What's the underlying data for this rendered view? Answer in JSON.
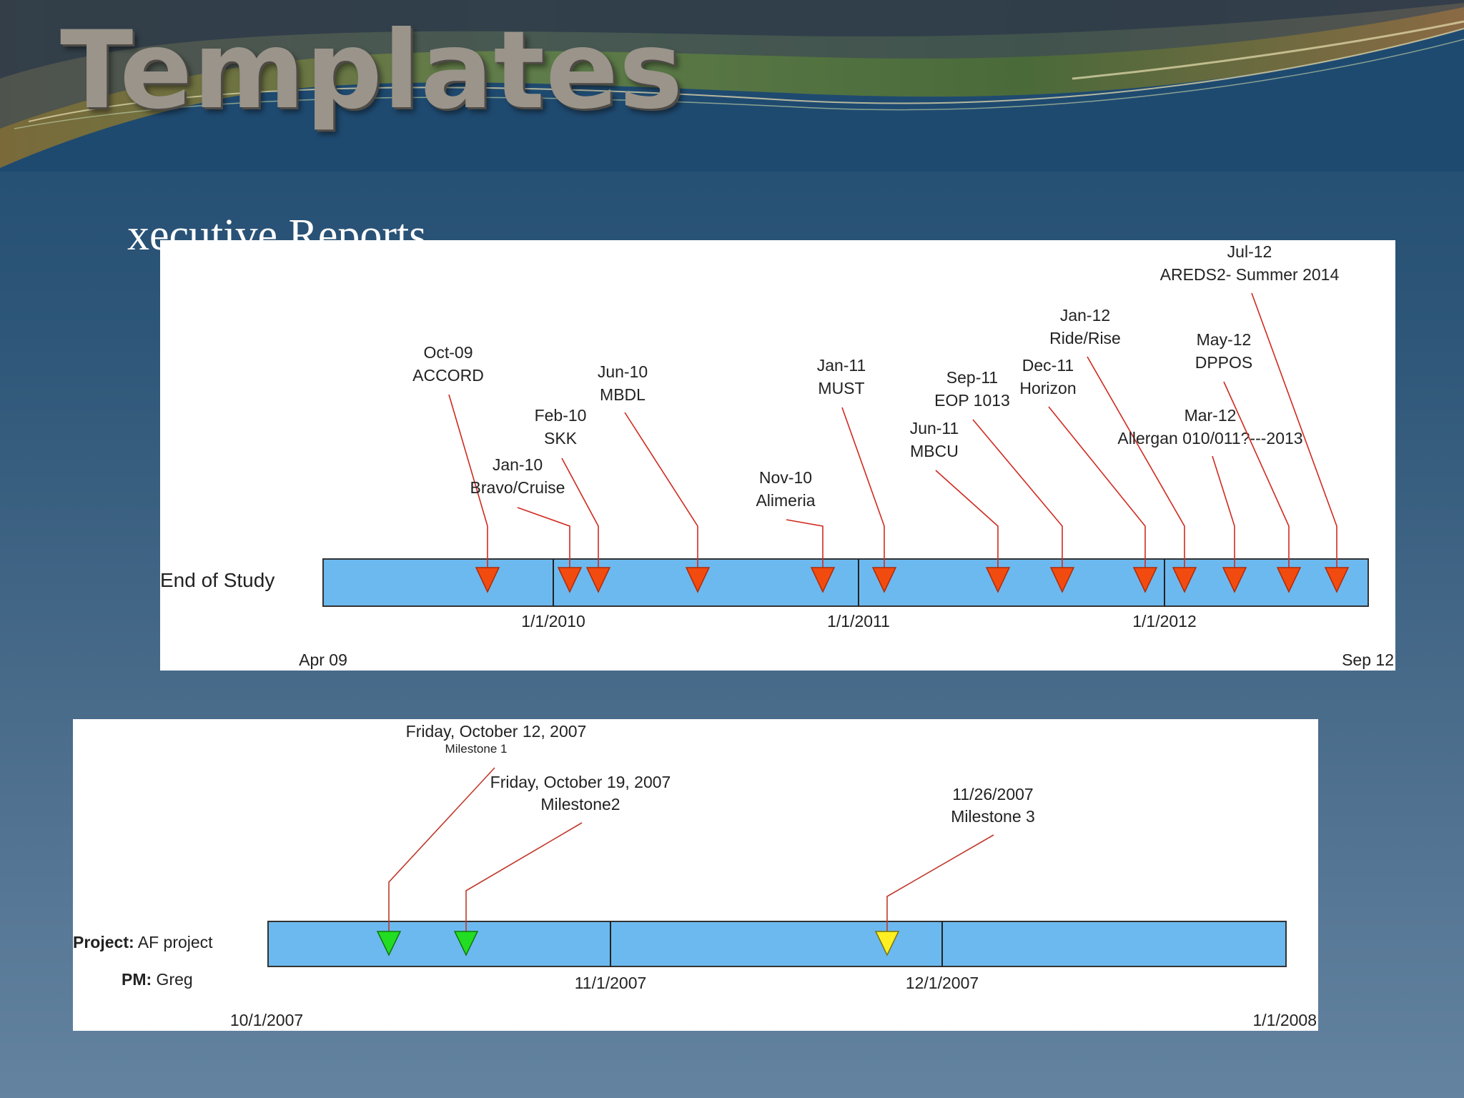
{
  "slide": {
    "title": "Templates",
    "bullet": "xecutive Reports",
    "colors": {
      "bar": "#6cb9ef",
      "milestone_red": "#f24b10",
      "milestone_green": "#22dd22",
      "milestone_yellow": "#ffee22",
      "leader": "#d02a1f"
    }
  },
  "timeline_1": {
    "row_label": "End of Study",
    "range_start_label": "Apr 09",
    "range_end_label": "Sep 12",
    "ticks": [
      {
        "label": "1/1/2010"
      },
      {
        "label": "1/1/2011"
      },
      {
        "label": "1/1/2012"
      }
    ],
    "milestones": [
      {
        "date": "Oct-09",
        "name": "ACCORD",
        "color": "red"
      },
      {
        "date": "Jan-10",
        "name": "Bravo/Cruise",
        "color": "red"
      },
      {
        "date": "Feb-10",
        "name": "SKK",
        "color": "red"
      },
      {
        "date": "Jun-10",
        "name": "MBDL",
        "color": "red"
      },
      {
        "date": "Nov-10",
        "name": "Alimeria",
        "color": "red"
      },
      {
        "date": "Jan-11",
        "name": "MUST",
        "color": "red"
      },
      {
        "date": "Jun-11",
        "name": "MBCU",
        "color": "red"
      },
      {
        "date": "Sep-11",
        "name": "EOP 1013",
        "color": "red"
      },
      {
        "date": "Dec-11",
        "name": "Horizon",
        "color": "red"
      },
      {
        "date": "Jan-12",
        "name": "Ride/Rise",
        "color": "red"
      },
      {
        "date": "Mar-12",
        "name": "Allergan 010/011?---2013",
        "color": "red"
      },
      {
        "date": "May-12",
        "name": "DPPOS",
        "color": "red"
      },
      {
        "date": "Jul-12",
        "name": "AREDS2- Summer 2014",
        "color": "red"
      }
    ]
  },
  "timeline_2": {
    "project_label": "Project:",
    "project_value": " AF project",
    "pm_label": "PM:",
    "pm_value": " Greg",
    "range_start_label": "10/1/2007",
    "range_end_label": "1/1/2008",
    "ticks": [
      {
        "label": "11/1/2007"
      },
      {
        "label": "12/1/2007"
      }
    ],
    "milestones": [
      {
        "date": "Friday, October 12, 2007",
        "name": "Milestone 1",
        "color": "green"
      },
      {
        "date": "Friday, October 19, 2007",
        "name": "Milestone2",
        "color": "green"
      },
      {
        "date": "11/26/2007",
        "name": "Milestone 3",
        "color": "yellow"
      }
    ]
  }
}
